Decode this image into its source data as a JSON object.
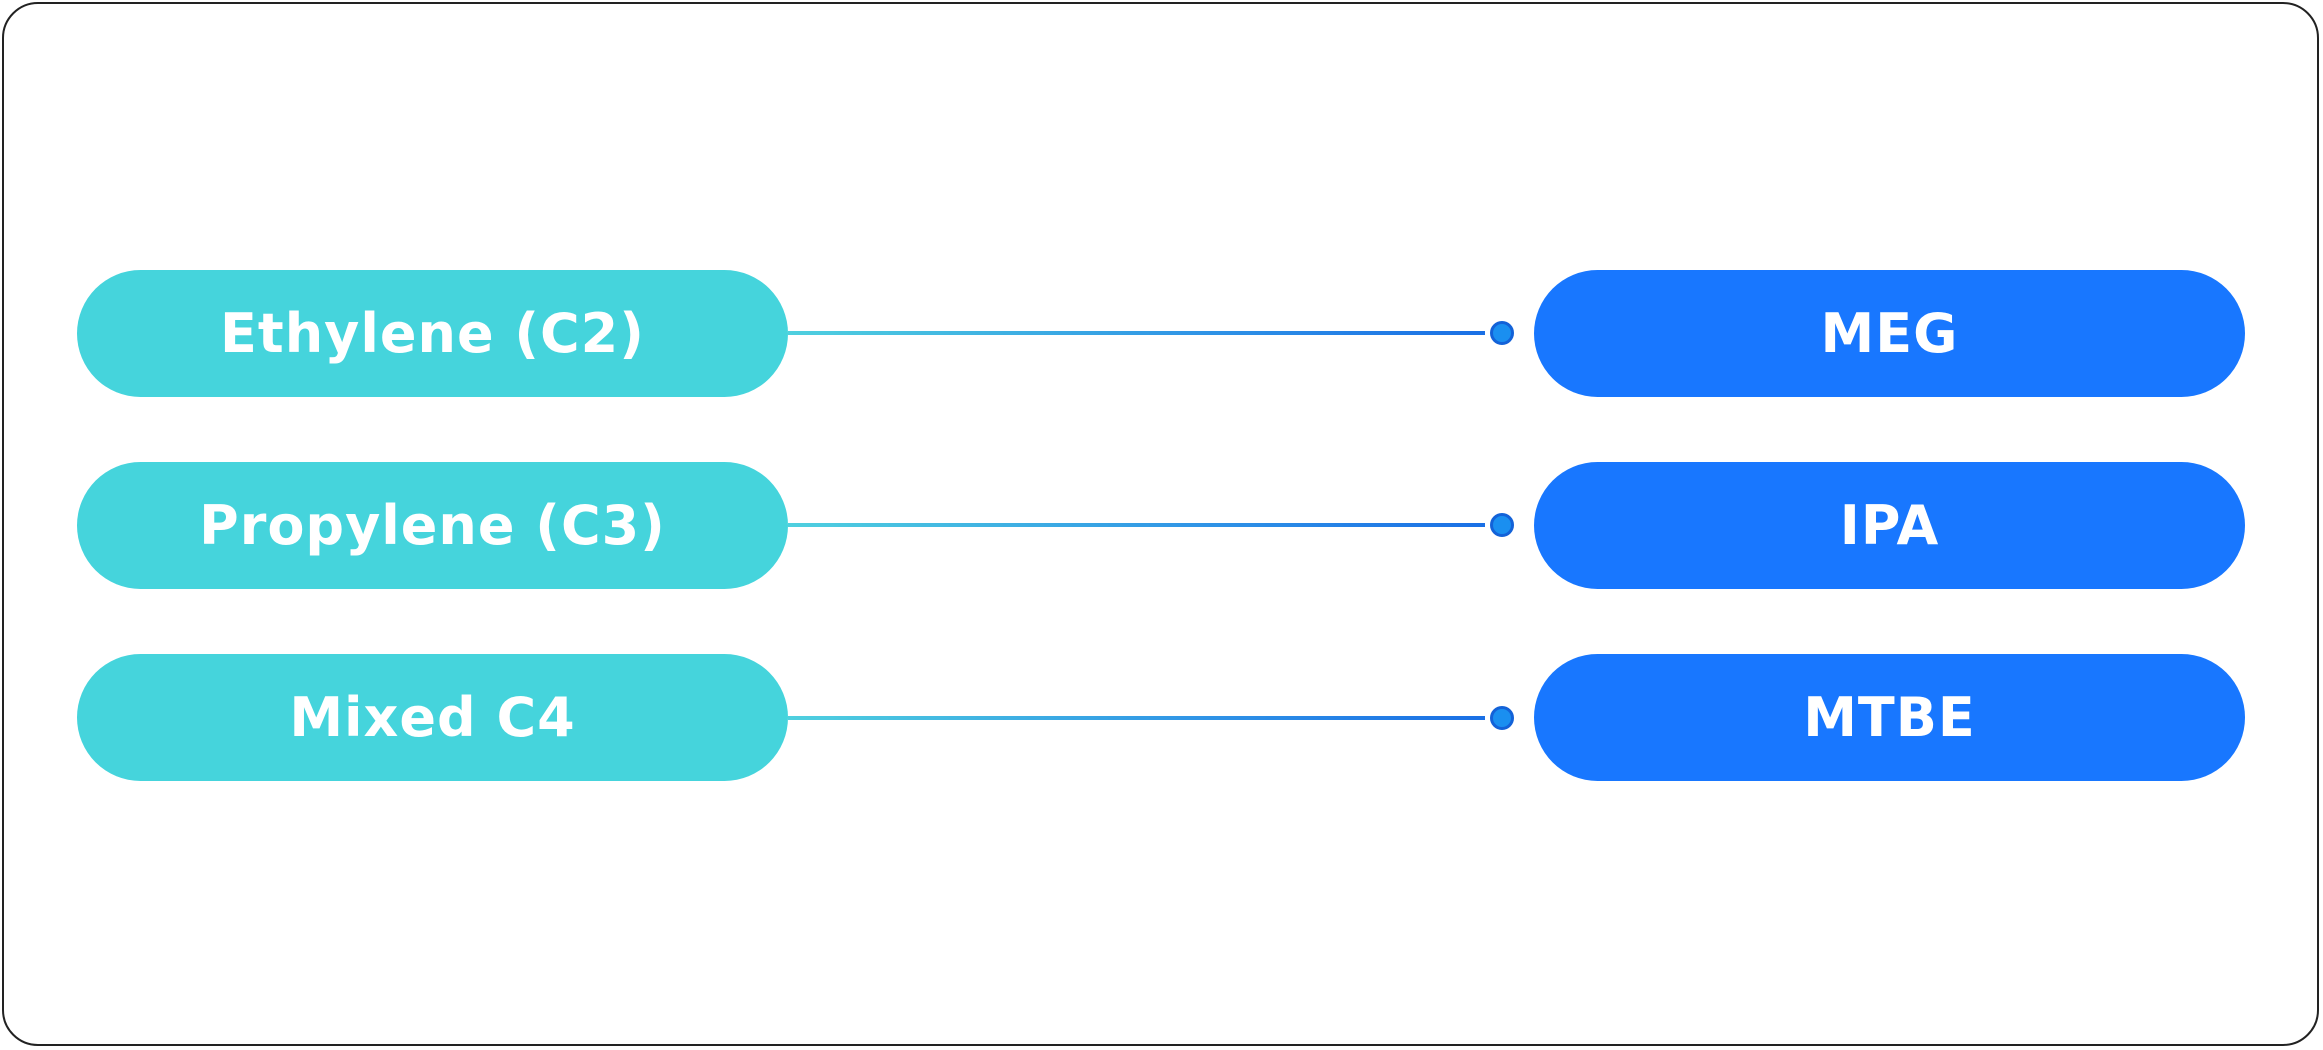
{
  "colors": {
    "source_fill": "#45d4dc",
    "product_fill": "#1877ff",
    "connector_start": "#4fd0df",
    "connector_end": "#1a6fe5",
    "frame_border": "#222222"
  },
  "rows": [
    {
      "source": "Ethylene (C2)",
      "product": "MEG"
    },
    {
      "source": "Propylene (C3)",
      "product": "IPA"
    },
    {
      "source": "Mixed C4",
      "product": "MTBE"
    }
  ]
}
